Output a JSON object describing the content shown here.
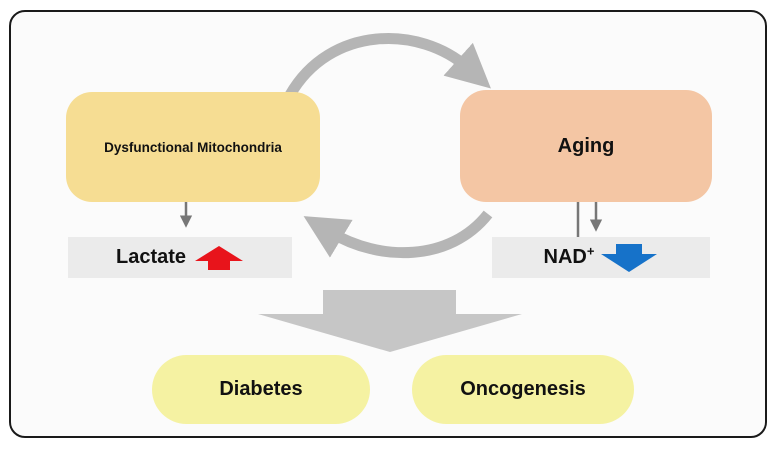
{
  "boxes": {
    "mitochondria": "Dysfunctional Mitochondria",
    "aging": "Aging",
    "lactate": "Lactate",
    "nad": "NAD",
    "nad_superscript": "+"
  },
  "outcomes": {
    "diabetes": "Diabetes",
    "oncogenesis": "Oncogenesis"
  },
  "icons": {
    "lactate_indicator": "red-up-arrow-icon",
    "nad_indicator": "blue-down-arrow-icon"
  },
  "colors": {
    "mitochondria_box": "#f6dd93",
    "aging_box": "#f4c6a4",
    "outcome_pill": "#f5f2a2",
    "indicator_bar": "#ebebeb",
    "arrow_gray": "#b5b5b5",
    "up_arrow": "#e8141b",
    "down_arrow": "#1672c9"
  }
}
